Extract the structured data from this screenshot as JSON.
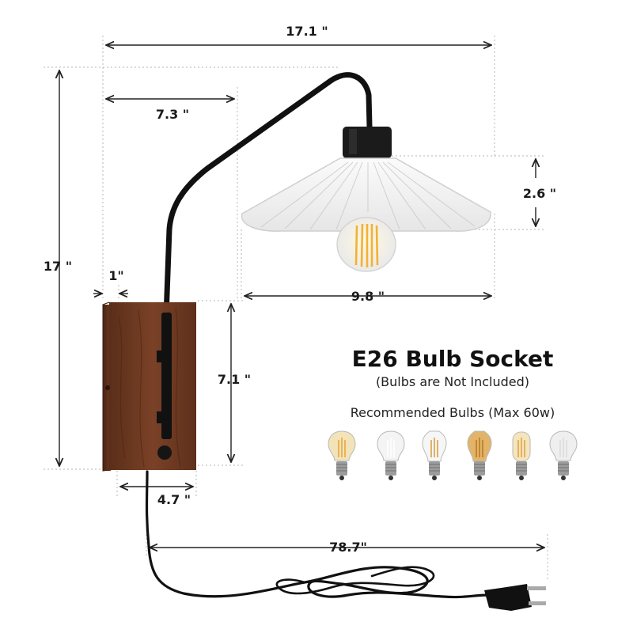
{
  "dimensions": {
    "total_width": "17.1 \"",
    "arm_reach": "7.3 \"",
    "total_height": "17 \"",
    "shade_height": "2.6 \"",
    "shade_diameter": "9.8 \"",
    "base_depth": "1\"",
    "base_height": "7.1 \"",
    "base_width": "4.7 \"",
    "cord_length": "78.7\""
  },
  "socket_info": {
    "title": "E26 Bulb Socket",
    "note": "(Bulbs are Not Included)",
    "recommended": "Recommended Bulbs (Max 60w)"
  },
  "bulbs": [
    {
      "name": "a19-filament",
      "glass": "#f3e3b8",
      "filament": "#e8a23a"
    },
    {
      "name": "a19-led-white",
      "glass": "#f4f4f4",
      "filament": "#ffffff"
    },
    {
      "name": "st64-filament",
      "glass": "#f6f6f6",
      "filament": "#d99a3a"
    },
    {
      "name": "st64-amber",
      "glass": "#e2b46a",
      "filament": "#b8771f"
    },
    {
      "name": "t45-filament",
      "glass": "#f5e5bd",
      "filament": "#e0a040"
    },
    {
      "name": "a19-led-frosted",
      "glass": "#efefef",
      "filament": "#dcdcdc"
    }
  ],
  "colors": {
    "wood": "#6b3a22",
    "metal": "#111111",
    "dim_line": "#222222",
    "guide": "#aaaaaa"
  }
}
